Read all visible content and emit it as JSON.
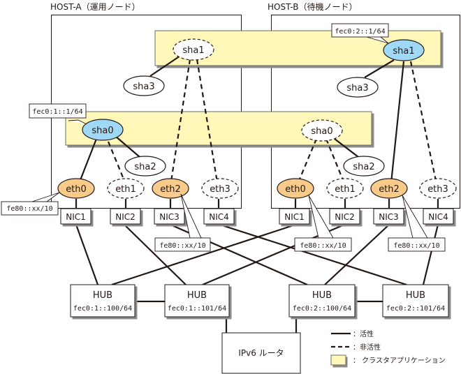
{
  "hosts": {
    "a": {
      "title": "HOST-A（運用ノード）"
    },
    "b": {
      "title": "HOST-B（待機ノード）"
    }
  },
  "colors": {
    "cluster_app": "#fff8b8",
    "active_virtual": "#9fd9f6",
    "active_nic": "#f9cb8b",
    "line": "#231815",
    "shadow": "#8c8c8c"
  },
  "nodes": {
    "a_sha1": "sha1",
    "a_sha3": "sha3",
    "a_sha0": "sha0",
    "a_sha2": "sha2",
    "a_eth0": "eth0",
    "a_eth1": "eth1",
    "a_eth2": "eth2",
    "a_eth3": "eth3",
    "a_nic1": "NIC1",
    "a_nic2": "NIC2",
    "a_nic3": "NIC3",
    "a_nic4": "NIC4",
    "b_sha1": "sha1",
    "b_sha3": "sha3",
    "b_sha0": "sha0",
    "b_sha2": "sha2",
    "b_eth0": "eth0",
    "b_eth1": "eth1",
    "b_eth2": "eth2",
    "b_eth3": "eth3",
    "b_nic1": "NIC1",
    "b_nic2": "NIC2",
    "b_nic3": "NIC3",
    "b_nic4": "NIC4"
  },
  "callouts": {
    "a_sha0_addr": "fec0:1::1/64",
    "b_sha1_addr": "fec0:2::1/64",
    "a_eth0_addr": "fe80::xx/10",
    "a_eth2_addr": "fe80::xx/10",
    "b_eth0_addr": "fe80::xx/10",
    "b_eth2_addr": "fe80::xx/10"
  },
  "hubs": [
    {
      "label": "HUB",
      "addr": "fec0:1::100/64"
    },
    {
      "label": "HUB",
      "addr": "fec0:1::101/64"
    },
    {
      "label": "HUB",
      "addr": "fec0:2::100/64"
    },
    {
      "label": "HUB",
      "addr": "fec0:2::101/64"
    }
  ],
  "router": {
    "label": "IPv6 ルータ"
  },
  "legend": {
    "active": "：活性",
    "inactive": "：非活性",
    "cluster_app": "： クラスタアプリケーション"
  }
}
